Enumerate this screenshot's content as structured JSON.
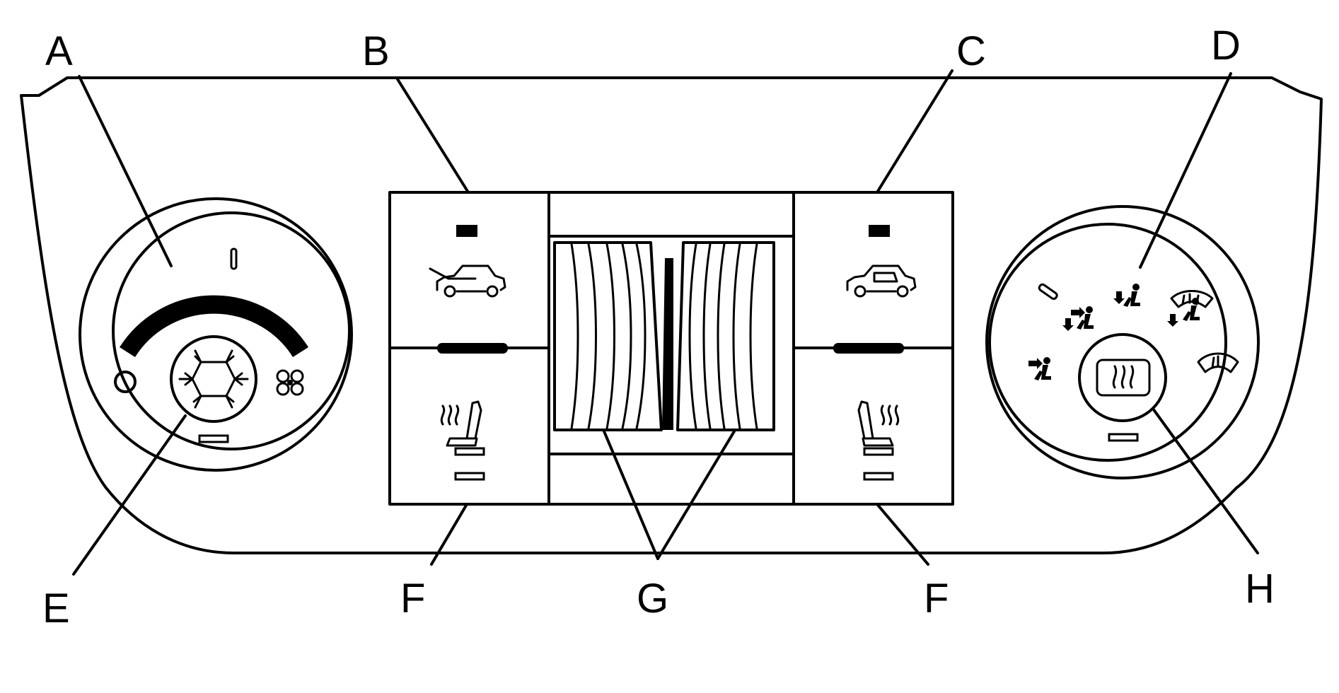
{
  "labels": {
    "A": "A",
    "B": "B",
    "C": "C",
    "D": "D",
    "E": "E",
    "F_left": "F",
    "G": "G",
    "F_right": "F",
    "H": "H"
  },
  "icons": {
    "fan_off": "circle-off-icon",
    "fan_max": "fan-icon",
    "ac": "snowflake-icon",
    "recirc": "recirculation-icon",
    "outside_air": "outside-air-icon",
    "seat_heat": "heated-seat-icon",
    "rear_defog": "rear-defog-icon",
    "vent": "vent-mode-icon",
    "bilevel": "bilevel-mode-icon",
    "floor": "floor-mode-icon",
    "defog": "defog-mode-icon",
    "defrost": "defrost-mode-icon"
  },
  "colors": {
    "line": "#000000",
    "background": "#ffffff"
  }
}
